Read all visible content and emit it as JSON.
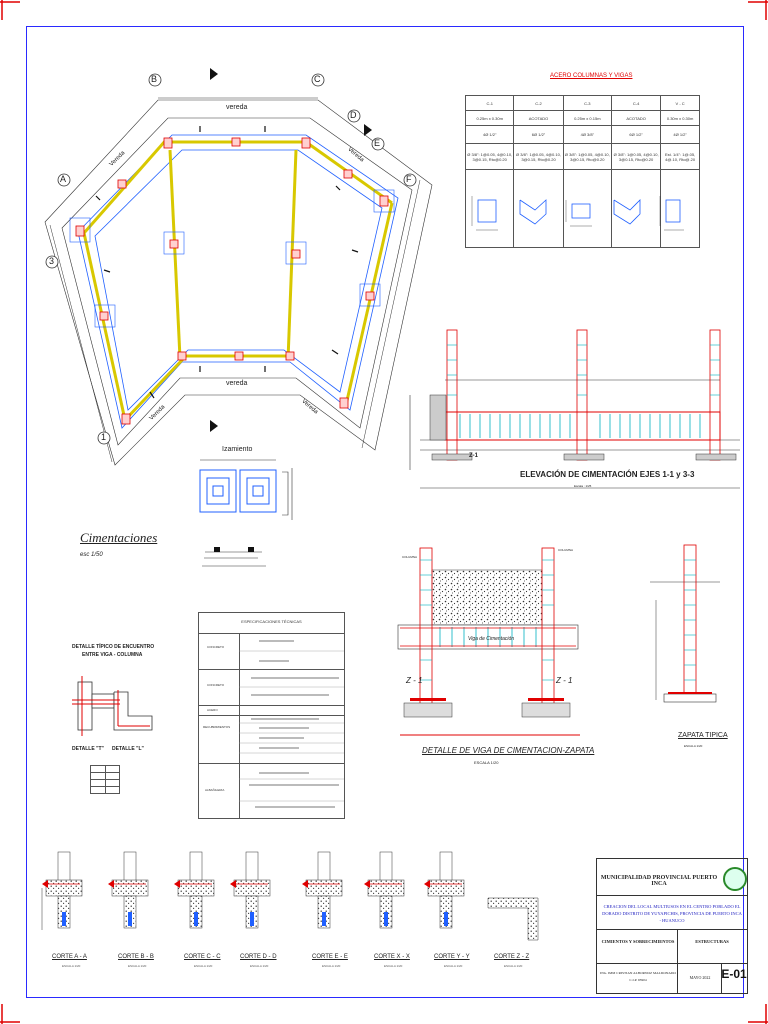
{
  "plan": {
    "title": "Cimentaciones",
    "scale": "esc 1/50",
    "vereda_labels": [
      "vereda",
      "vereda",
      "Vereda",
      "Vereda",
      "Vereda",
      "Vereda"
    ],
    "axes": [
      "A",
      "B",
      "C",
      "D",
      "E",
      "F",
      "1",
      "3"
    ]
  },
  "izamiento": {
    "title": "Izamiento"
  },
  "steel_table": {
    "title": "ACERO COLUMNAS Y VIGAS",
    "headers": [
      "C-1",
      "C-2",
      "C-3",
      "C-4",
      "V - C"
    ],
    "dims": [
      "0.25m x 0.30m",
      "ACOTADO",
      "0.25m x 0.15m",
      "ACOTADO",
      "0.30m x 0.30m"
    ],
    "bars": [
      "4Ø 1/2\"",
      "6Ø 1/2\"",
      "4Ø 3/8\"",
      "6Ø 1/2\"",
      "4Ø 1/2\""
    ],
    "stirrups": [
      "Ø 3/8\": 1@0.05, 4@0.10, 3@0.15, Rto@0.20",
      "Ø 3/8\": 1@0.05, 4@0.10, 3@0.15, Rto@0.20",
      "Ø 3/8\": 1@0.05, 4@0.10, 3@0.15, Rto@0.20",
      "Ø 3/8\": 1@0.05, 4@0.10, 3@0.15, Rto@0.20",
      "Est. 1/4\": 1@.05, 4@.10, Rto@.20"
    ]
  },
  "elevation": {
    "title": "ELEVACIÓN DE CIMENTACIÓN EJES 1-1 y 3-3",
    "scale": "Escala : 1/25",
    "z_label": "Z-1"
  },
  "beam_detail": {
    "title": "DETALLE DE VIGA DE CIMENTACION-ZAPATA",
    "scale": "ESCALA 1/20",
    "beam_label": "Viga de Cimentación",
    "columna": "COLUMNA",
    "z_left": "Z - 1",
    "z_right": "Z - 1"
  },
  "zapata": {
    "title": "ZAPATA TIPICA",
    "scale": "ESCALA 1/20"
  },
  "junction": {
    "title1": "DETALLE TÍPICO DE ENCUENTRO",
    "title2": "ENTRE VIGA - COLUMNA",
    "detail_t": "DETALLE \"T\"",
    "detail_l": "DETALLE \"L\""
  },
  "specs": {
    "title": "ESPECIFICACIONES TÉCNICAS",
    "rows": [
      "CONCRETO",
      "CONCRETO",
      "ACERO",
      "RECUBRIMIENTOS",
      "ALBAÑILERIA"
    ]
  },
  "cuts": [
    {
      "label": "CORTE A - A",
      "scale": "ESCALA 1/20"
    },
    {
      "label": "CORTE B - B",
      "scale": "ESCALA 1/20"
    },
    {
      "label": "CORTE C - C",
      "scale": "ESCALA 1/20"
    },
    {
      "label": "CORTE D - D",
      "scale": "ESCALA 1/20"
    },
    {
      "label": "CORTE E - E",
      "scale": "ESCALA 1/20"
    },
    {
      "label": "CORTE X - X",
      "scale": "ESCALA 1/20"
    },
    {
      "label": "CORTE Y - Y",
      "scale": "ESCALA 1/20"
    },
    {
      "label": "CORTE Z - Z",
      "scale": "ESCALA 1/20"
    }
  ],
  "title_block": {
    "owner": "MUNICIPALIDAD PROVINCIAL PUERTO INCA",
    "project": "CREACION DEL LOCAL MULTIUSOS EN EL CENTRO POBLADO EL DORADO DISTRITO DE YUYAPICHIS, PROVINCIA DE PUERTO INCA - HUANUCO",
    "plan_name": "CIMIENTOS Y SOBRECIMIENTOS",
    "specialty": "ESTRUCTURAS",
    "engineer": "ING. IMM CRISTIAN ALBORNOZ MALDONADO",
    "cip": "C.I.P. 93904",
    "date": "MAYO 2022",
    "sheet": "E-01"
  },
  "colors": {
    "frame": "#2a2aff",
    "rebar": "#e00000",
    "stirrup": "#00b0c0",
    "beam": "#d8c800",
    "blueline": "#2060ff"
  }
}
